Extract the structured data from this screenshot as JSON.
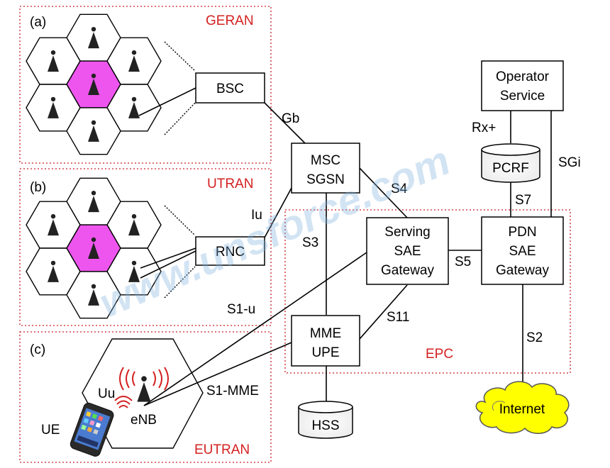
{
  "regions": {
    "geran": "GERAN",
    "utran": "UTRAN",
    "eutran": "EUTRAN",
    "epc": "EPC"
  },
  "panel_labels": {
    "a": "(a)",
    "b": "(b)",
    "c": "(c)"
  },
  "nodes": {
    "bsc": "BSC",
    "rnc": "RNC",
    "msc_line1": "MSC",
    "msc_line2": "SGSN",
    "sgw_line1": "Serving",
    "sgw_line2": "SAE",
    "sgw_line3": "Gateway",
    "pgw_line1": "PDN",
    "pgw_line2": "SAE",
    "pgw_line3": "Gateway",
    "mme_line1": "MME",
    "mme_line2": "UPE",
    "op_line1": "Operator",
    "op_line2": "Service",
    "pcrf": "PCRF",
    "hss": "HSS",
    "internet": "Internet",
    "enb": "eNB",
    "ue": "UE"
  },
  "interfaces": {
    "gb": "Gb",
    "iu": "Iu",
    "s1u": "S1-u",
    "s1mme": "S1-MME",
    "s3": "S3",
    "s4": "S4",
    "s5": "S5",
    "s7": "S7",
    "s11": "S11",
    "s2": "S2",
    "rx": "Rx+",
    "sgi": "SGi",
    "uu": "Uu"
  },
  "watermark": "www.unsforce.com",
  "colors": {
    "region_border": "#c8202a",
    "region_label": "#d42020",
    "highlight_cell": "#ee55ee",
    "internet_cloud": "#ffff00",
    "radio_waves": "#d42020"
  },
  "icons": {
    "antenna": "antenna-icon",
    "cloud": "cloud-icon",
    "database": "database-icon",
    "phone": "smartphone-icon",
    "radio": "radio-waves-icon"
  }
}
